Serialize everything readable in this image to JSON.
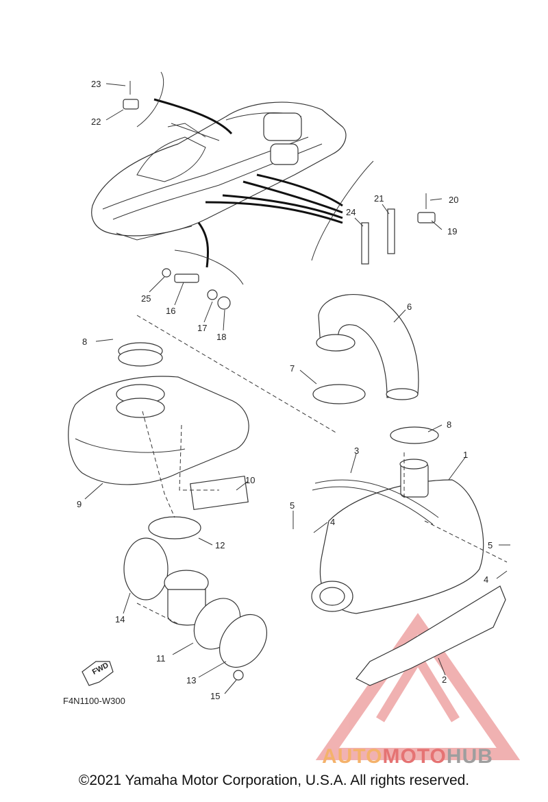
{
  "diagram": {
    "code": "F4N1100-W300",
    "fwd_label": "FWD",
    "callouts": {
      "c1": "1",
      "c2": "2",
      "c3": "3",
      "c4a": "4",
      "c4b": "4",
      "c5a": "5",
      "c5b": "5",
      "c6": "6",
      "c7": "7",
      "c8a": "8",
      "c8b": "8",
      "c9": "9",
      "c10": "10",
      "c11": "11",
      "c12": "12",
      "c13": "13",
      "c14": "14",
      "c15": "15",
      "c16": "16",
      "c17": "17",
      "c18": "18",
      "c19": "19",
      "c20": "20",
      "c21": "21",
      "c22": "22",
      "c23": "23",
      "c24": "24",
      "c25": "25"
    }
  },
  "watermark": {
    "part1": "AUTO",
    "part2": "MOTO",
    "part3": "HUB",
    "colors": {
      "auto": "#f4b26b",
      "moto": "#e57373",
      "hub": "#9e9e9e"
    }
  },
  "footer": {
    "copyright": "©2021 Yamaha Motor Corporation, U.S.A. All rights reserved."
  }
}
